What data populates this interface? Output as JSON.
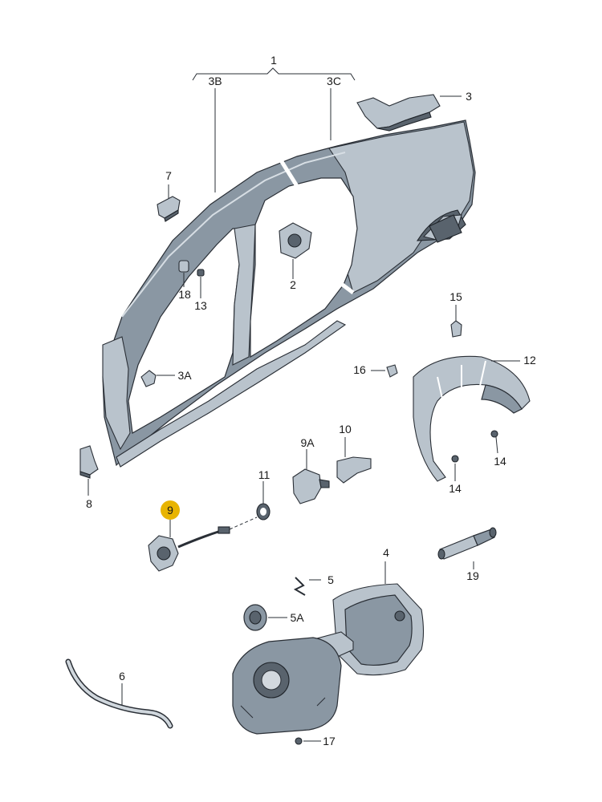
{
  "diagram": {
    "labels": {
      "l1": "1",
      "l3B": "3B",
      "l3C": "3C",
      "l3": "3",
      "l7": "7",
      "l2": "2",
      "l18": "18",
      "l13": "13",
      "l15": "15",
      "l3A": "3A",
      "l16": "16",
      "l12": "12",
      "l10": "10",
      "l9A": "9A",
      "l14a": "14",
      "l14b": "14",
      "l8": "8",
      "l11": "11",
      "l9": "9",
      "l4": "4",
      "l19": "19",
      "l5": "5",
      "l5A": "5A",
      "l6": "6",
      "l17": "17"
    },
    "highlight_color": "#e8b400"
  }
}
